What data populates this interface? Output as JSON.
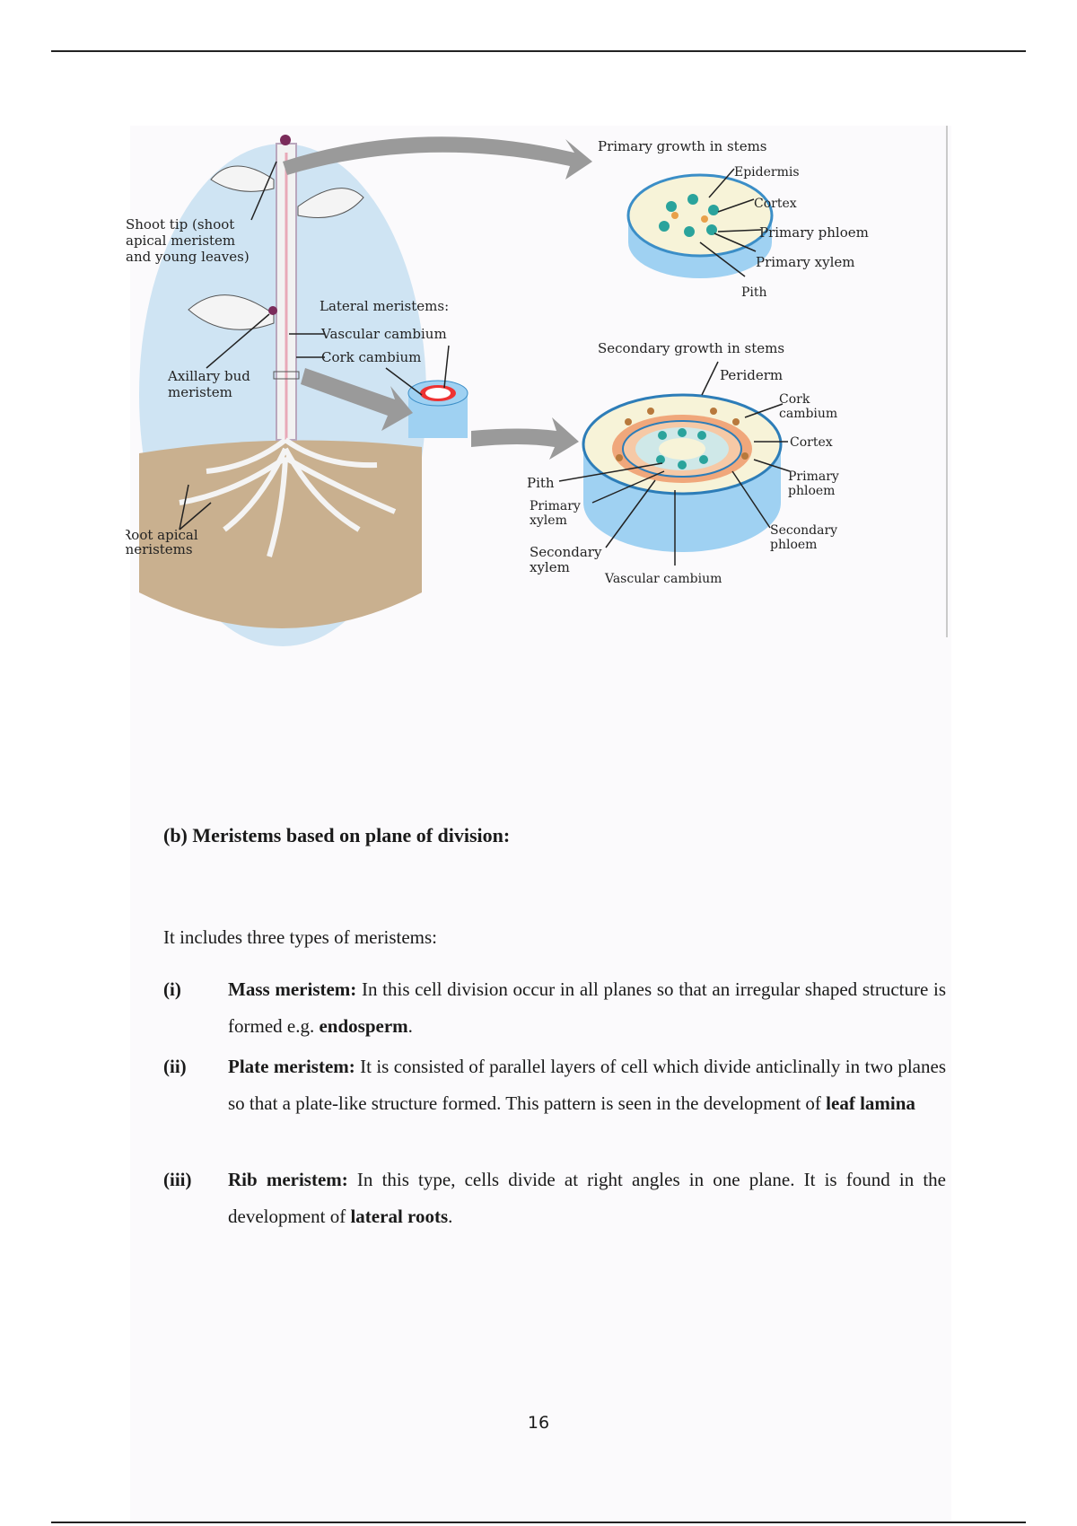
{
  "figure": {
    "labels": {
      "shoot_tip": [
        "Shoot tip (shoot",
        "apical meristem",
        "and young leaves)"
      ],
      "lateral_meristems": "Lateral meristems:",
      "vascular_cambium": "Vascular cambium",
      "cork_cambium": "Cork cambium",
      "axillary_bud": [
        "Axillary bud",
        "meristem"
      ],
      "root_apical": [
        "Root apical",
        "meristems"
      ],
      "primary_title": "Primary growth in stems",
      "epidermis": "Epidermis",
      "cortex": "Cortex",
      "primary_phloem": "Primary phloem",
      "primary_xylem": "Primary xylem",
      "pith": "Pith",
      "secondary_title": "Secondary growth in stems",
      "periderm": "Periderm",
      "cork_cambium2": [
        "Cork",
        "cambium"
      ],
      "cortex2": "Cortex",
      "primary_phloem2": [
        "Primary",
        "phloem"
      ],
      "secondary_phloem": [
        "Secondary",
        "phloem"
      ],
      "pith2": "Pith",
      "primary_xylem2": [
        "Primary",
        "xylem"
      ],
      "secondary_xylem": [
        "Secondary",
        "xylem"
      ],
      "vascular_cambium2": "Vascular cambium"
    }
  },
  "section": {
    "heading": "(b) Meristems based on plane of division:",
    "intro": "It includes three types of meristems:",
    "items": [
      {
        "num": "(i)",
        "term": "Mass meristem:",
        "text": " In this cell division occur in all planes so that an irregular shaped structure is formed e.g. ",
        "bold_end": "endosperm",
        "end": "."
      },
      {
        "num": "(ii)",
        "term": "Plate meristem:",
        "text": " It is consisted of parallel layers of cell which divide anticlinally in two planes so that a plate-like structure formed. This pattern is seen in the development of ",
        "bold_end": "leaf lamina",
        "end": ""
      },
      {
        "num": "(iii)",
        "term": "Rib meristem:",
        "text": " In this type, cells divide at right angles in one plane. It is found in the development of ",
        "bold_end": "lateral roots",
        "end": "."
      }
    ]
  },
  "page_number": "16"
}
